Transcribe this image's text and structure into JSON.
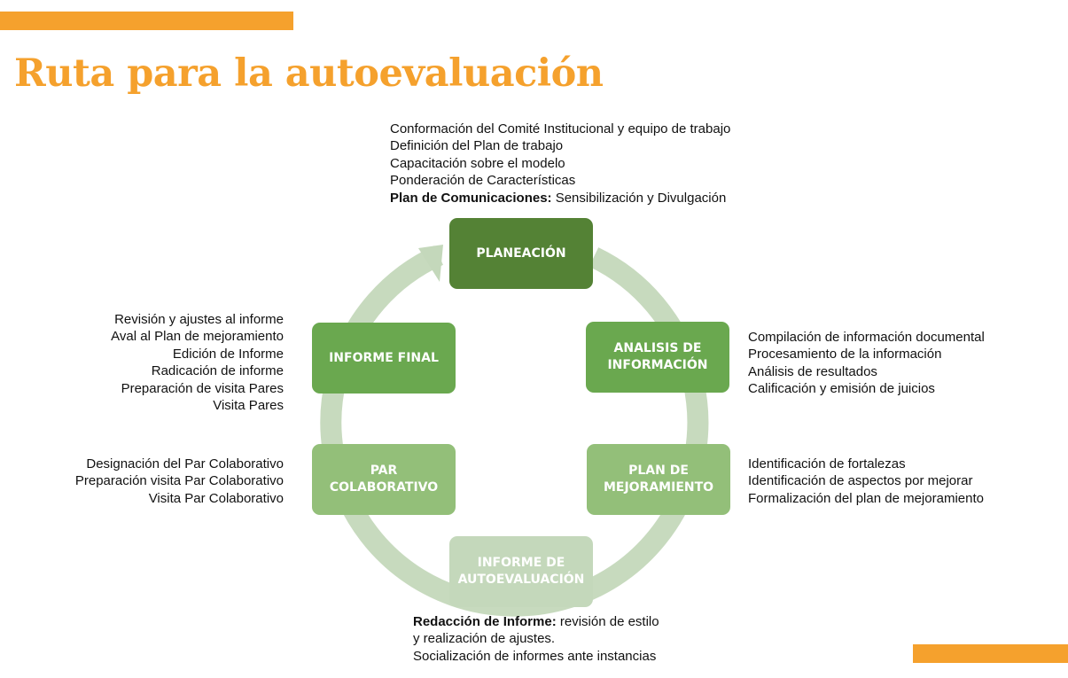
{
  "title": "Ruta para la autoevaluación",
  "colors": {
    "accent": "#f5a12d",
    "ring": "#c4d8bb"
  },
  "nodes": {
    "planeacion": [
      "PLANEACIÓN"
    ],
    "analisis": [
      "ANALISIS DE",
      "INFORMACIÓN"
    ],
    "plan": [
      "PLAN DE",
      "MEJORAMIENTO"
    ],
    "informe_auto": [
      "INFORME DE",
      "AUTOEVALUACIÓN"
    ],
    "par": [
      "PAR",
      "COLABORATIVO"
    ],
    "final": [
      "INFORME FINAL"
    ]
  },
  "notes": {
    "planeacion": {
      "items": [
        "Conformación del Comité Institucional y equipo de trabajo",
        "Definición del Plan de trabajo",
        "Capacitación sobre el modelo",
        "Ponderación de Características"
      ],
      "bold_label": "Plan de Comunicaciones:",
      "bold_rest": " Sensibilización y Divulgación"
    },
    "analisis": [
      "Compilación de información documental",
      "Procesamiento de la información",
      "Análisis de resultados",
      "Calificación y emisión de juicios"
    ],
    "plan": [
      "Identificación de fortalezas",
      "Identificación de aspectos por mejorar",
      "Formalización del plan de mejoramiento"
    ],
    "informe_auto": {
      "bold_label": "Redacción de Informe:",
      "bold_rest": " revisión de estilo",
      "items": [
        "y realización de ajustes.",
        "Socialización de informes ante instancias"
      ]
    },
    "par": [
      "Designación del Par Colaborativo",
      "Preparación visita Par Colaborativo",
      "Visita Par Colaborativo"
    ],
    "final": [
      "Revisión y ajustes al informe",
      "Aval al Plan de mejoramiento",
      "Edición de Informe",
      "Radicación de informe",
      "Preparación de visita Pares",
      "Visita Pares"
    ]
  }
}
